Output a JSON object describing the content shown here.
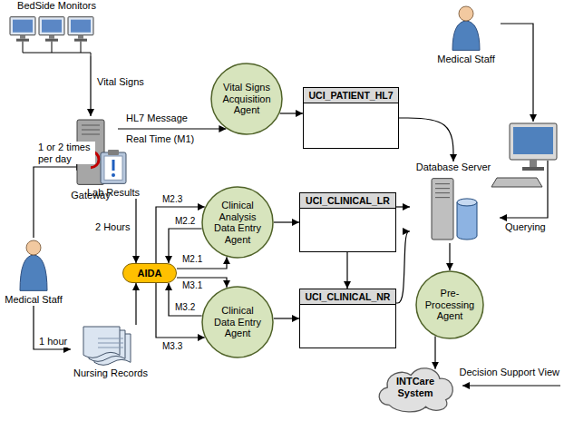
{
  "diagram": {
    "nodes": [
      {
        "text": [
          "BedSide Monitors"
        ]
      },
      {
        "text": [
          "Medical Staff"
        ]
      },
      {
        "text": [
          "Gateway"
        ]
      },
      {
        "text": [
          "Vital Signs Acquisition Agent"
        ]
      },
      {
        "text": [
          "UCI_PATIENT_HL7"
        ]
      },
      {
        "text": [
          "Database Server"
        ]
      },
      {
        "text": [
          "Lab Results"
        ]
      },
      {
        "text": [
          "Clinical Analysis Data Entry Agent"
        ]
      },
      {
        "text": [
          "UCI_CLINICAL_LR"
        ]
      },
      {
        "text": [
          "AIDA"
        ]
      },
      {
        "text": [
          "Medical Staff"
        ]
      },
      {
        "text": [
          "Clinical Data Entry Agent"
        ]
      },
      {
        "text": [
          "UCI_CLINICAL_NR"
        ]
      },
      {
        "text": [
          "Pre-Processing Agent"
        ]
      },
      {
        "text": [
          "Nursing Records"
        ]
      },
      {
        "text": [
          "INTCare System"
        ]
      }
    ],
    "edges": [
      {
        "from": 0,
        "to": 2,
        "label": "Vital Signs",
        "arrow": "to"
      },
      {
        "from": 2,
        "to": 3,
        "label": "HL7 Message",
        "arrow": "to"
      },
      {
        "from": 3,
        "to": 4,
        "arrow": "to"
      },
      {
        "from": 4,
        "to": 5,
        "arrow": "to"
      },
      {
        "from": 10,
        "to": 6,
        "label": "1 or 2 times per day",
        "arrow": "to"
      },
      {
        "from": 6,
        "to": 9,
        "label": "2 Hours",
        "arrow": "to"
      },
      {
        "from": 9,
        "to": 7,
        "label": "M2.3",
        "arrow": "to"
      },
      {
        "from": 7,
        "to": 9,
        "label": "M2.2",
        "arrow": "to"
      },
      {
        "from": 9,
        "to": 7,
        "label": "M2.1",
        "arrow": "to"
      },
      {
        "from": 7,
        "to": 8,
        "arrow": "to"
      },
      {
        "from": 8,
        "to": 5,
        "arrow": "to"
      },
      {
        "from": 8,
        "to": 12,
        "arrow": "to"
      },
      {
        "from": 9,
        "to": 11,
        "label": "M3.1",
        "arrow": "to"
      },
      {
        "from": 11,
        "to": 9,
        "label": "M3.2",
        "arrow": "to"
      },
      {
        "from": 9,
        "to": 11,
        "label": "M3.3",
        "arrow": "to"
      },
      {
        "from": 11,
        "to": 12,
        "arrow": "to"
      },
      {
        "from": 12,
        "to": 5,
        "arrow": "to"
      },
      {
        "from": 10,
        "to": 14,
        "label": "1 hour",
        "arrow": "to"
      },
      {
        "from": 14,
        "to": 9,
        "arrow": "to"
      },
      {
        "from": 5,
        "to": 13,
        "arrow": "to"
      },
      {
        "from": 13,
        "to": 15,
        "arrow": "to"
      }
    ],
    "labels": [
      "Real Time (M1)",
      "Querying",
      "Decision Support View"
    ]
  }
}
